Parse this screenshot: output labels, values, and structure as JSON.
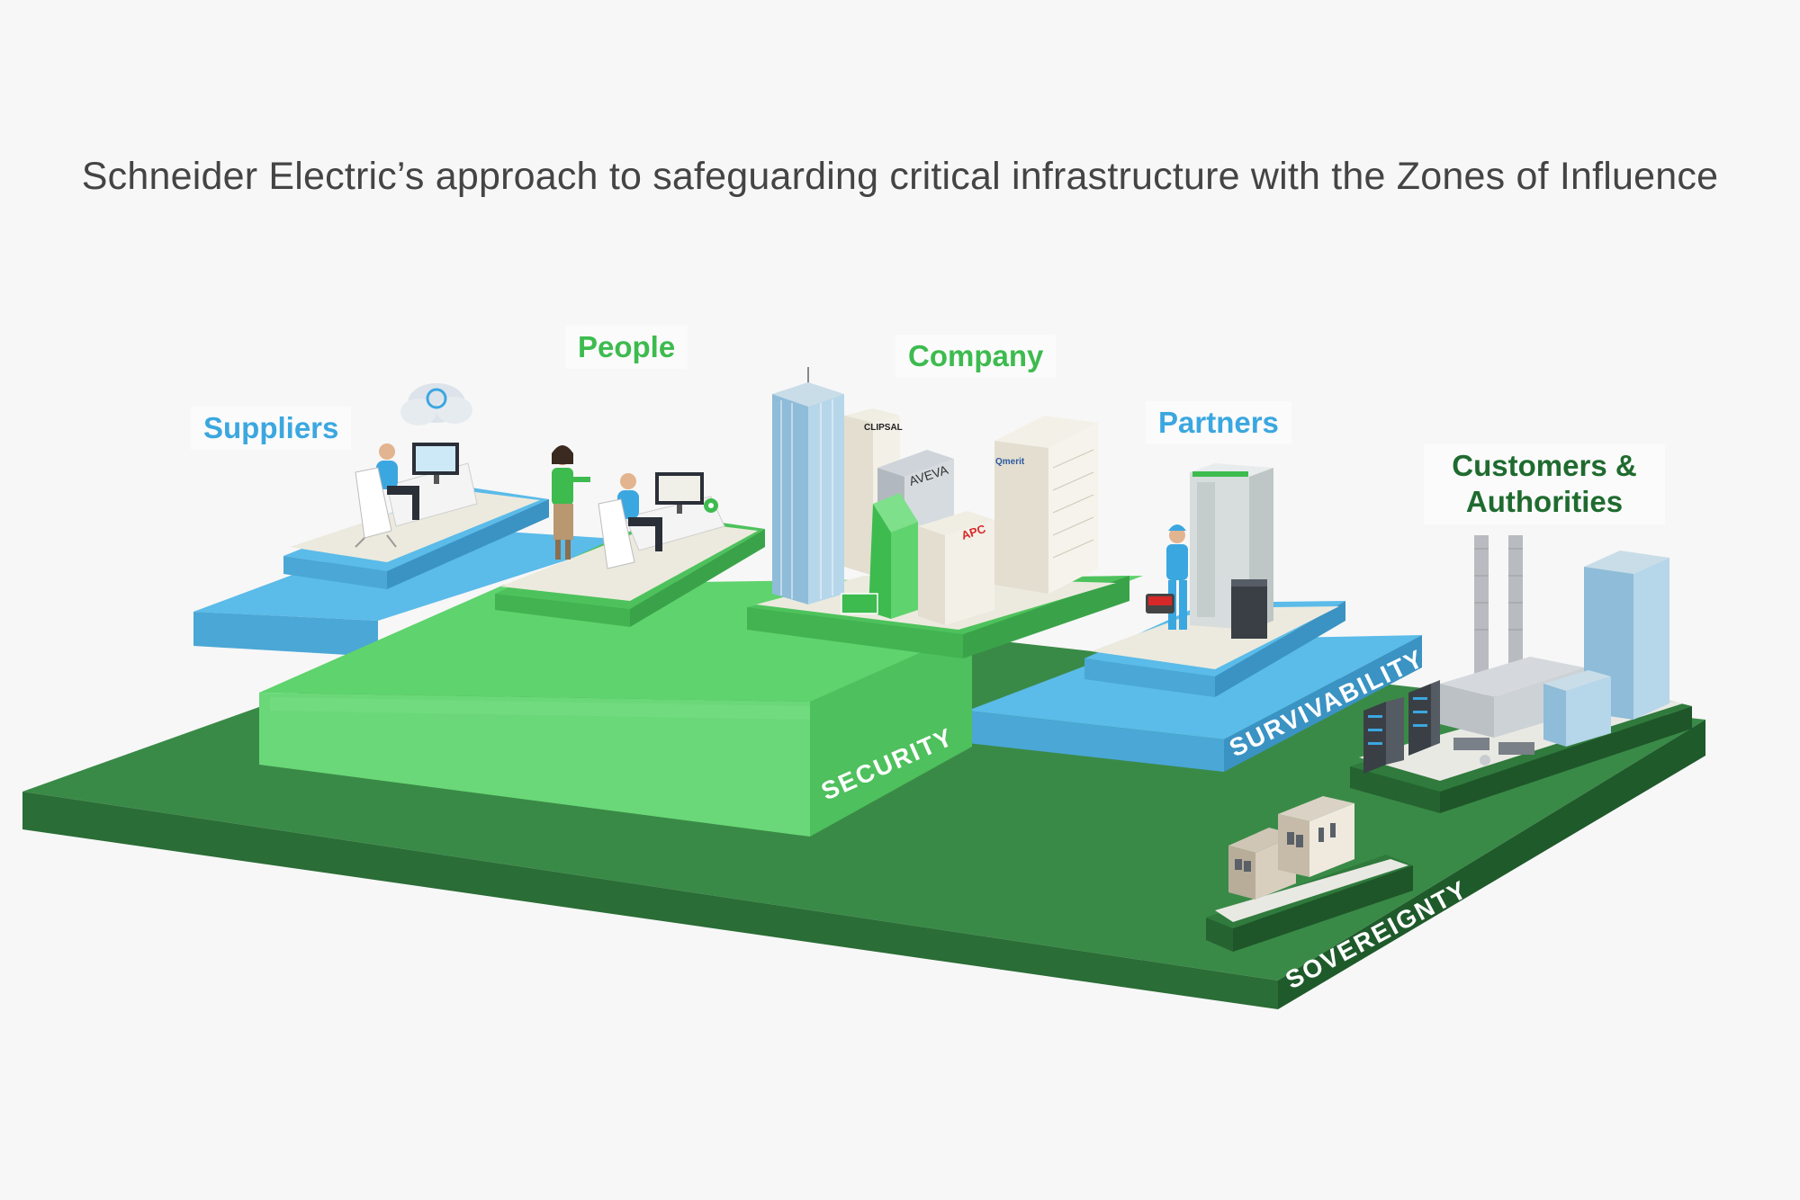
{
  "title": "Schneider Electric’s approach to safeguarding critical infrastructure with the Zones of Influence",
  "zones": {
    "suppliers": "Suppliers",
    "people": "People",
    "company": "Company",
    "partners": "Partners",
    "customers_line1": "Customers &",
    "customers_line2": "Authorities"
  },
  "layers": {
    "security": "SECURITY",
    "survivability": "SURVIVABILITY",
    "sovereignty": "SOVEREIGNTY"
  },
  "brands": {
    "clipsal": "CLIPSAL",
    "aveva": "AVEVA",
    "qmerit": "Qmerit",
    "apc": "APC"
  },
  "colors": {
    "blue_label": "#3ba7e0",
    "green_label": "#3dbb4f",
    "dark_green_label": "#1f6b2f",
    "sovereignty_layer": "#2f7a3c",
    "security_layer": "#5fd36d",
    "survivability_layer": "#5bbbe9"
  }
}
